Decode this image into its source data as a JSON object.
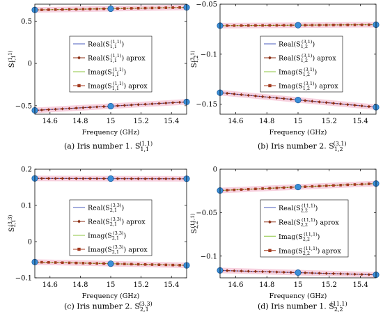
{
  "colors": {
    "real": "#4a5bbd",
    "real_approx": "#8b2d12",
    "imag": "#8cc63f",
    "imag_approx": "#a33a1f",
    "marker": "#3a8fd8",
    "marker_edge": "#1f5fa0",
    "band": "#f6c6d8"
  },
  "icons": {
    "real_approx": "diamond-marker",
    "imag_approx": "square-marker",
    "fixed_point": "circle-marker"
  },
  "chart_data": [
    {
      "type": "line",
      "xlabel": "Frequency (GHz)",
      "ylabel": {
        "base": "S",
        "sub": "1,1",
        "sup": "(1,1)"
      },
      "xlim": [
        14.5,
        15.5
      ],
      "ylim": [
        -0.6,
        0.7
      ],
      "xticks": [
        14.6,
        14.8,
        15,
        15.2,
        15.4
      ],
      "xtick_labels": [
        "14.6",
        "14.8",
        "15",
        "15.2",
        "15.4"
      ],
      "yticks": [
        -0.5,
        0,
        0.5
      ],
      "ytick_labels": [
        "−0.5",
        "0",
        "0.5"
      ],
      "grid": false,
      "legend_position": "center-right",
      "legend_rows": [
        1,
        1,
        1,
        1
      ],
      "series": [
        {
          "name": "Real",
          "x": [
            14.5,
            15.5
          ],
          "y": [
            -0.555,
            -0.455
          ]
        },
        {
          "name": "Real aprox",
          "x": [
            14.5,
            15.5
          ],
          "y": [
            -0.555,
            -0.455
          ]
        },
        {
          "name": "Imag",
          "x": [
            14.5,
            15.5
          ],
          "y": [
            0.632,
            0.662
          ]
        },
        {
          "name": "Imag aprox",
          "x": [
            14.5,
            15.5
          ],
          "y": [
            0.632,
            0.662
          ]
        }
      ],
      "points": [
        {
          "x": 14.5,
          "y": 0.632
        },
        {
          "x": 15,
          "y": 0.647
        },
        {
          "x": 15.5,
          "y": 0.662
        },
        {
          "x": 14.5,
          "y": -0.555
        },
        {
          "x": 15,
          "y": -0.505
        },
        {
          "x": 15.5,
          "y": -0.455
        }
      ],
      "caption": {
        "prefix": "(a)  Iris number 1. ",
        "base": "S",
        "sub": "1,1",
        "sup": "(1,1)"
      }
    },
    {
      "type": "line",
      "xlabel": "Frequency (GHz)",
      "ylabel": {
        "base": "S",
        "sub": "1,2",
        "sup": "(3,1)"
      },
      "xlim": [
        14.5,
        15.5
      ],
      "ylim": [
        -0.16,
        -0.05
      ],
      "xticks": [
        14.6,
        14.8,
        15,
        15.2,
        15.4
      ],
      "xtick_labels": [
        "14.6",
        "14.8",
        "15",
        "15.2",
        "15.4"
      ],
      "yticks": [
        -0.15,
        -0.1,
        -0.05
      ],
      "ytick_labels": [
        "−0.15",
        "−0.1",
        "−0.05"
      ],
      "grid": false,
      "legend_position": "center",
      "legend_rows": [
        2,
        2,
        2,
        2
      ],
      "series": [
        {
          "name": "Real",
          "x": [
            14.5,
            15.5
          ],
          "y": [
            -0.1385,
            -0.153
          ]
        },
        {
          "name": "Real aprox",
          "x": [
            14.5,
            15.5
          ],
          "y": [
            -0.1385,
            -0.153
          ]
        },
        {
          "name": "Imag",
          "x": [
            14.5,
            15.5
          ],
          "y": [
            -0.0715,
            -0.0705
          ]
        },
        {
          "name": "Imag aprox",
          "x": [
            14.5,
            15.5
          ],
          "y": [
            -0.0715,
            -0.0705
          ]
        }
      ],
      "points": [
        {
          "x": 14.5,
          "y": -0.0715
        },
        {
          "x": 15,
          "y": -0.071
        },
        {
          "x": 15.5,
          "y": -0.0705
        },
        {
          "x": 14.5,
          "y": -0.1385
        },
        {
          "x": 15,
          "y": -0.1458
        },
        {
          "x": 15.5,
          "y": -0.153
        }
      ],
      "caption": {
        "prefix": "(b)  Iris number 2. ",
        "base": "S",
        "sub": "1,2",
        "sup": "(3,1)"
      }
    },
    {
      "type": "line",
      "xlabel": "Frequency (GHz)",
      "ylabel": {
        "base": "S",
        "sub": "2,1",
        "sup": "(3,3)"
      },
      "xlim": [
        14.5,
        15.5
      ],
      "ylim": [
        -0.1,
        0.2
      ],
      "xticks": [
        14.6,
        14.8,
        15,
        15.2,
        15.4
      ],
      "xtick_labels": [
        "14.6",
        "14.8",
        "15",
        "15.2",
        "15.4"
      ],
      "yticks": [
        -0.1,
        0,
        0.1,
        0.2
      ],
      "ytick_labels": [
        "−0.1",
        "0",
        "0.1",
        "0.2"
      ],
      "grid": false,
      "legend_position": "center-right",
      "legend_rows": [
        3,
        3,
        3,
        3
      ],
      "series": [
        {
          "name": "Real",
          "x": [
            14.5,
            15.5
          ],
          "y": [
            0.1745,
            0.1735
          ]
        },
        {
          "name": "Real aprox",
          "x": [
            14.5,
            15.5
          ],
          "y": [
            0.1745,
            0.1735
          ]
        },
        {
          "name": "Imag",
          "x": [
            14.5,
            15.5
          ],
          "y": [
            -0.0565,
            -0.0655
          ]
        },
        {
          "name": "Imag aprox",
          "x": [
            14.5,
            15.5
          ],
          "y": [
            -0.0565,
            -0.0655
          ]
        }
      ],
      "points": [
        {
          "x": 14.5,
          "y": 0.1745
        },
        {
          "x": 15,
          "y": 0.174
        },
        {
          "x": 15.5,
          "y": 0.1735
        },
        {
          "x": 14.5,
          "y": -0.0565
        },
        {
          "x": 15,
          "y": -0.061
        },
        {
          "x": 15.5,
          "y": -0.0655
        }
      ],
      "caption": {
        "prefix": "(c)  Iris number 2. ",
        "base": "S",
        "sub": "2,1",
        "sup": "(3,3)"
      }
    },
    {
      "type": "line",
      "xlabel": "Frequency (GHz)",
      "ylabel": {
        "base": "S",
        "sub": "2,2",
        "sup": "(11,1)"
      },
      "xlim": [
        14.5,
        15.5
      ],
      "ylim": [
        -0.125,
        0.0
      ],
      "xticks": [
        14.6,
        14.8,
        15,
        15.2,
        15.4
      ],
      "xtick_labels": [
        "14.6",
        "14.8",
        "15",
        "15.2",
        "15.4"
      ],
      "yticks": [
        -0.1,
        -0.05,
        0
      ],
      "ytick_labels": [
        "−0.1",
        "−0.05",
        "0"
      ],
      "grid": false,
      "legend_position": "center-right",
      "legend_rows": [
        4,
        4,
        4,
        4
      ],
      "series": [
        {
          "name": "Real",
          "x": [
            14.5,
            15.5
          ],
          "y": [
            -0.1165,
            -0.1215
          ]
        },
        {
          "name": "Real aprox",
          "x": [
            14.5,
            15.5
          ],
          "y": [
            -0.1165,
            -0.1215
          ]
        },
        {
          "name": "Imag",
          "x": [
            14.5,
            15.5
          ],
          "y": [
            -0.0245,
            -0.0165
          ]
        },
        {
          "name": "Imag aprox",
          "x": [
            14.5,
            15.5
          ],
          "y": [
            -0.0245,
            -0.0165
          ]
        }
      ],
      "points": [
        {
          "x": 14.5,
          "y": -0.0245
        },
        {
          "x": 15,
          "y": -0.0205
        },
        {
          "x": 15.5,
          "y": -0.0165
        },
        {
          "x": 14.5,
          "y": -0.1165
        },
        {
          "x": 15,
          "y": -0.119
        },
        {
          "x": 15.5,
          "y": -0.1215
        }
      ],
      "caption": {
        "prefix": "(d)  Iris number 1. ",
        "base": "S",
        "sub": "2,2",
        "sup": "(11,1)"
      }
    }
  ],
  "legend_entries": {
    "row1": {
      "real": "(1,1)|1,1",
      "real_aprox": "(1,1)|1,1",
      "imag": "(1,1)|1,1",
      "imag_aprox": "(1,1)|1,1"
    },
    "row2": {
      "real": "(3,1)|1,2",
      "real_aprox": "(3,1)|1,2",
      "imag": "(3,1)|1,2",
      "imag_aprox": "(3,1)|1,2"
    },
    "row3": {
      "real": "(3,3)|2,1",
      "real_aprox": "(3,3)|2,1",
      "imag": "(3,3)|2,1",
      "imag_aprox": "(3,3)|2,1"
    },
    "row4": {
      "real": "(11,1)|2,2",
      "real_aprox": "(11,1)|2,2",
      "imag": "(11,1)|2,2",
      "imag_aprox": "(11,1)|2,2"
    }
  },
  "legend_words": {
    "real": "Real",
    "imag": "Imag",
    "aprox": "aprox"
  }
}
